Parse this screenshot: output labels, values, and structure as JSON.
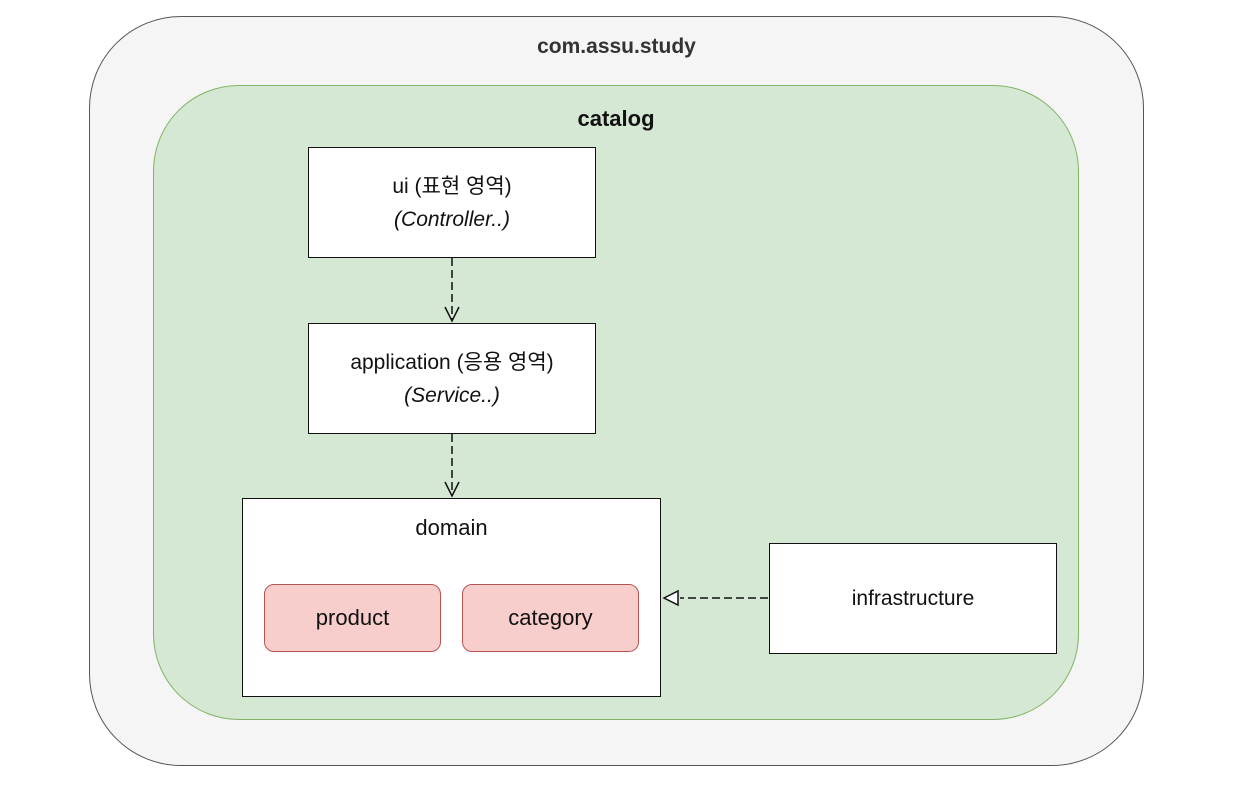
{
  "root_package": {
    "label": "com.assu.study"
  },
  "module": {
    "label": "catalog"
  },
  "layers": {
    "ui": {
      "label": "ui (표현 영역)",
      "sub": "(Controller..)"
    },
    "application": {
      "label": "application (응용 영역)",
      "sub": "(Service..)"
    },
    "domain": {
      "label": "domain",
      "packages": [
        "product",
        "category"
      ]
    },
    "infrastructure": {
      "label": "infrastructure"
    }
  },
  "dependencies": [
    {
      "from": "ui",
      "to": "application",
      "style": "dashed",
      "arrow": "open"
    },
    {
      "from": "application",
      "to": "domain",
      "style": "dashed",
      "arrow": "open"
    },
    {
      "from": "infrastructure",
      "to": "domain",
      "style": "dashed",
      "arrow": "hollow-triangle"
    }
  ],
  "colors": {
    "outer_fill": "#f5f5f5",
    "outer_stroke": "#555555",
    "module_fill": "#d5e8d4",
    "module_stroke": "#82b366",
    "package_fill": "#f8cecc",
    "package_stroke": "#b85450"
  }
}
